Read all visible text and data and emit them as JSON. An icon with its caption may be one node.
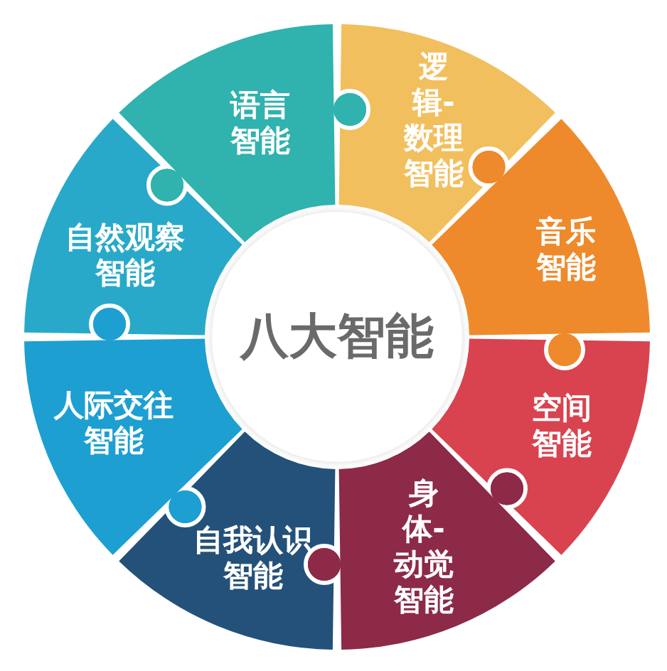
{
  "diagram": {
    "nodes": [
      {
        "text": [
          "八大智能"
        ]
      },
      {
        "text": [
          "语言智能"
        ]
      },
      {
        "text": [
          "逻辑-数理智能"
        ]
      },
      {
        "text": [
          "音乐智能"
        ]
      },
      {
        "text": [
          "空间智能"
        ]
      },
      {
        "text": [
          "身体-动觉智能"
        ]
      },
      {
        "text": [
          "自我认识智能"
        ]
      },
      {
        "text": [
          "人际交往智能"
        ]
      },
      {
        "text": [
          "自然观察智能"
        ]
      }
    ]
  }
}
